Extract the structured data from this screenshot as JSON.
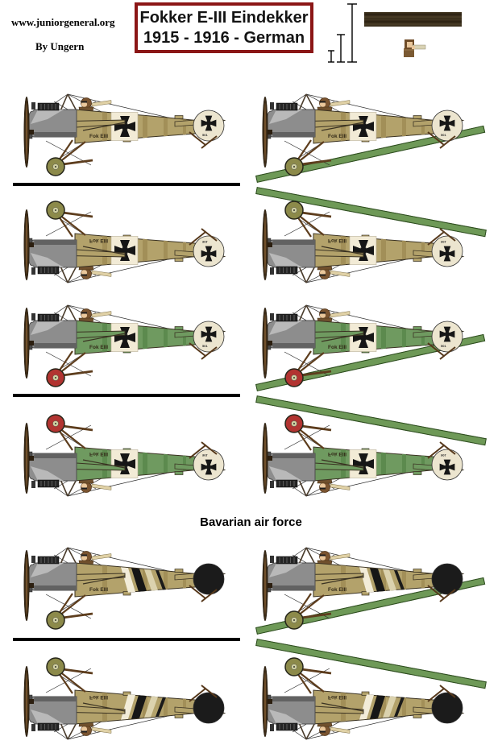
{
  "header": {
    "site": "www.juniorgeneral.org",
    "author": "By Ungern",
    "title_line1": "Fokker E-III Eindekker",
    "title_line2": "1915 - 1916 - German"
  },
  "section_label": "Bavarian air force",
  "plane_marking": {
    "text": "Fok EIII",
    "rudder_serial": "501"
  },
  "colors": {
    "title_border": "#8b1616",
    "base_strip_green": "#6e9957",
    "tan_fuselage": "#b3a26b",
    "green_fuselage": "#6f9a60",
    "olive_wheel": "#8c8a4a",
    "red_wheel": "#b23431",
    "bavarian_rudder_black": "#1b1b1b",
    "cowling_gray": "#8d8d8d"
  },
  "planes": [
    {
      "id": "row1-left",
      "variant": "tan-cross",
      "row": 1,
      "col": "left",
      "flipped": false,
      "base_strip": false
    },
    {
      "id": "row1-right",
      "variant": "tan-cross",
      "row": 1,
      "col": "right",
      "flipped": false,
      "base_strip": true
    },
    {
      "id": "row2-left",
      "variant": "tan-cross",
      "row": 2,
      "col": "left",
      "flipped": true,
      "base_strip": false
    },
    {
      "id": "row2-right",
      "variant": "tan-cross",
      "row": 2,
      "col": "right",
      "flipped": true,
      "base_strip": true
    },
    {
      "id": "row3-left",
      "variant": "green-cross",
      "row": 3,
      "col": "left",
      "flipped": false,
      "base_strip": false
    },
    {
      "id": "row3-right",
      "variant": "green-cross",
      "row": 3,
      "col": "right",
      "flipped": false,
      "base_strip": true
    },
    {
      "id": "row4-left",
      "variant": "green-cross",
      "row": 4,
      "col": "left",
      "flipped": true,
      "base_strip": false
    },
    {
      "id": "row4-right",
      "variant": "green-cross",
      "row": 4,
      "col": "right",
      "flipped": true,
      "base_strip": true
    },
    {
      "id": "row5-left",
      "variant": "bavarian",
      "row": 5,
      "col": "left",
      "flipped": false,
      "base_strip": false
    },
    {
      "id": "row5-right",
      "variant": "bavarian",
      "row": 5,
      "col": "right",
      "flipped": false,
      "base_strip": true
    },
    {
      "id": "row6-left",
      "variant": "bavarian",
      "row": 6,
      "col": "left",
      "flipped": true,
      "base_strip": false
    },
    {
      "id": "row6-right",
      "variant": "bavarian",
      "row": 6,
      "col": "right",
      "flipped": true,
      "base_strip": true
    }
  ],
  "base_strips": [
    {
      "id": "s1",
      "slope": "rising"
    },
    {
      "id": "s2",
      "slope": "descending"
    },
    {
      "id": "s3",
      "slope": "rising"
    },
    {
      "id": "s4",
      "slope": "descending"
    },
    {
      "id": "s5",
      "slope": "rising"
    },
    {
      "id": "s6",
      "slope": "descending"
    }
  ]
}
